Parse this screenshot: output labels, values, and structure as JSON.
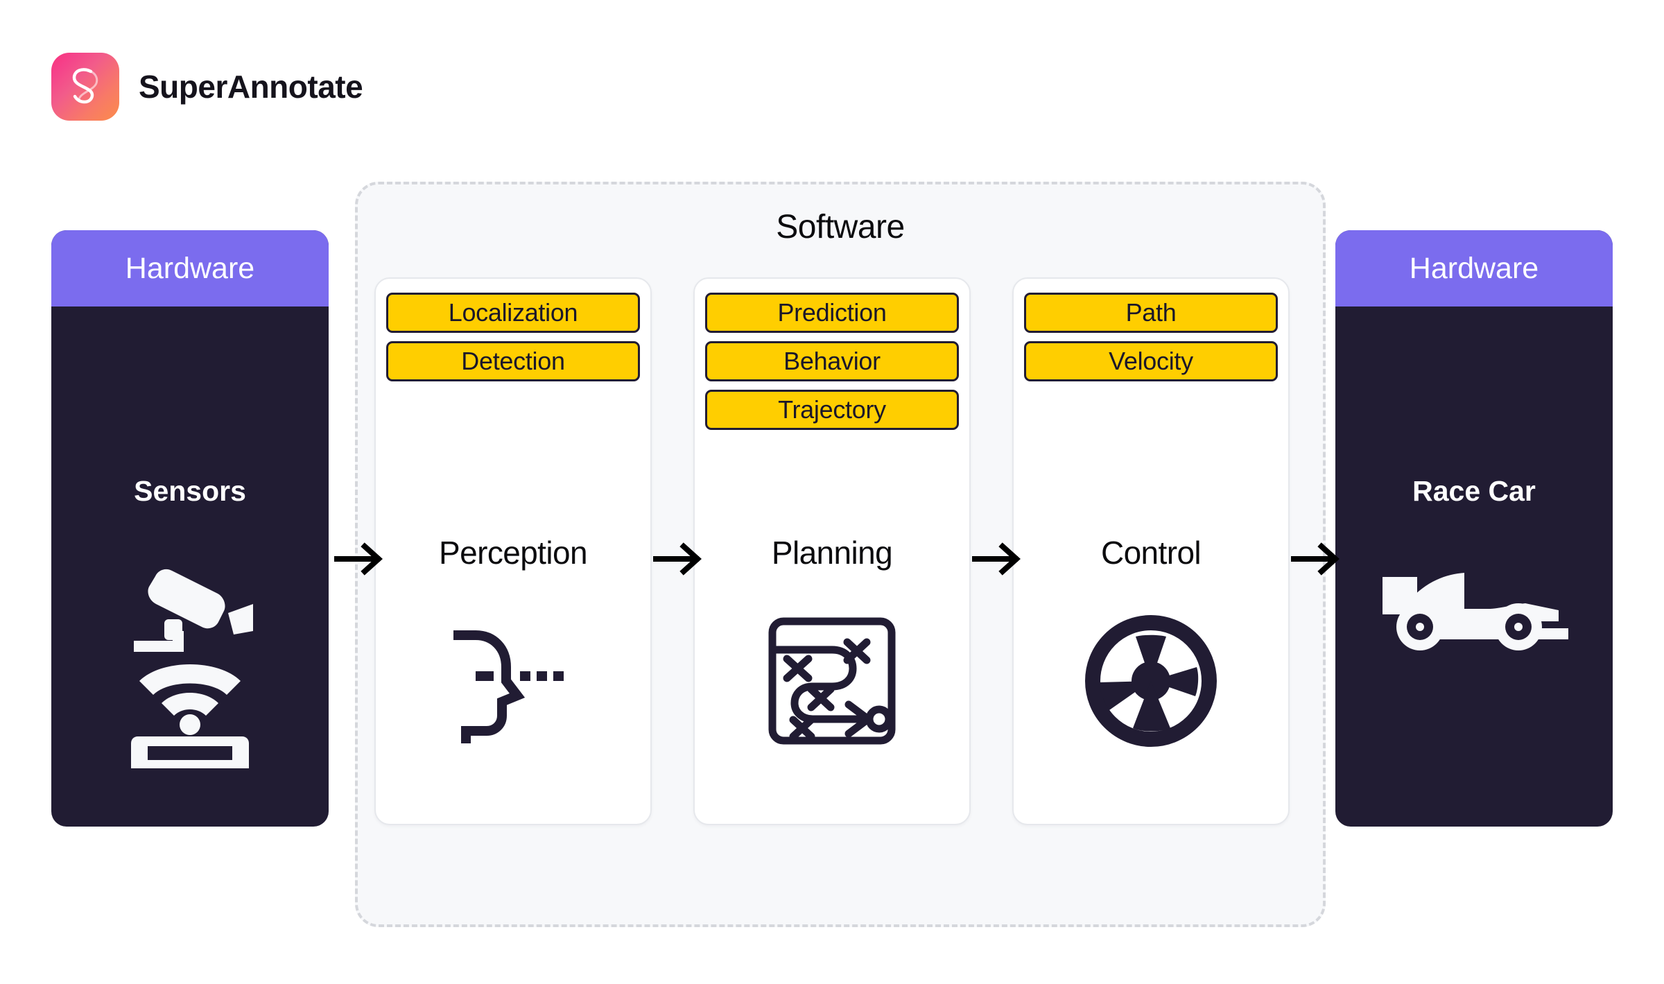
{
  "brand": {
    "name": "SuperAnnotate",
    "logo_icon": "superannotate-s-logo",
    "gradient_from": "#F9327C",
    "gradient_to": "#FB8C4B"
  },
  "colors": {
    "hardware_header": "#7B6CEE",
    "hardware_body": "#211C33",
    "tag_fill": "#FFCE00",
    "tag_border": "#211C33",
    "software_fill": "#F7F8FA",
    "software_border": "#D5D7DC",
    "card_fill": "#FFFFFF",
    "card_border": "#E6E8EC",
    "text_dark": "#0B0B0E",
    "text_light": "#FFFFFF"
  },
  "diagram": {
    "software_title": "Software",
    "hardware_left": {
      "header": "Hardware",
      "label": "Sensors",
      "icons": [
        "cctv-camera-icon",
        "radar-sensor-icon"
      ]
    },
    "hardware_right": {
      "header": "Hardware",
      "label": "Race Car",
      "icons": [
        "formula-race-car-icon"
      ]
    },
    "stages": [
      {
        "label": "Perception",
        "icon": "face-profile-vision-icon",
        "tags": [
          "Localization",
          "Detection"
        ]
      },
      {
        "label": "Planning",
        "icon": "strategy-board-icon",
        "tags": [
          "Prediction",
          "Behavior",
          "Trajectory"
        ]
      },
      {
        "label": "Control",
        "icon": "steering-wheel-icon",
        "tags": [
          "Path",
          "Velocity"
        ]
      }
    ],
    "arrows": [
      {
        "name": "arrow-sensors-to-perception",
        "glyph": "right-arrow-icon"
      },
      {
        "name": "arrow-perception-to-planning",
        "glyph": "right-arrow-icon"
      },
      {
        "name": "arrow-planning-to-control",
        "glyph": "right-arrow-icon"
      },
      {
        "name": "arrow-control-to-race-car",
        "glyph": "right-arrow-icon"
      }
    ]
  }
}
